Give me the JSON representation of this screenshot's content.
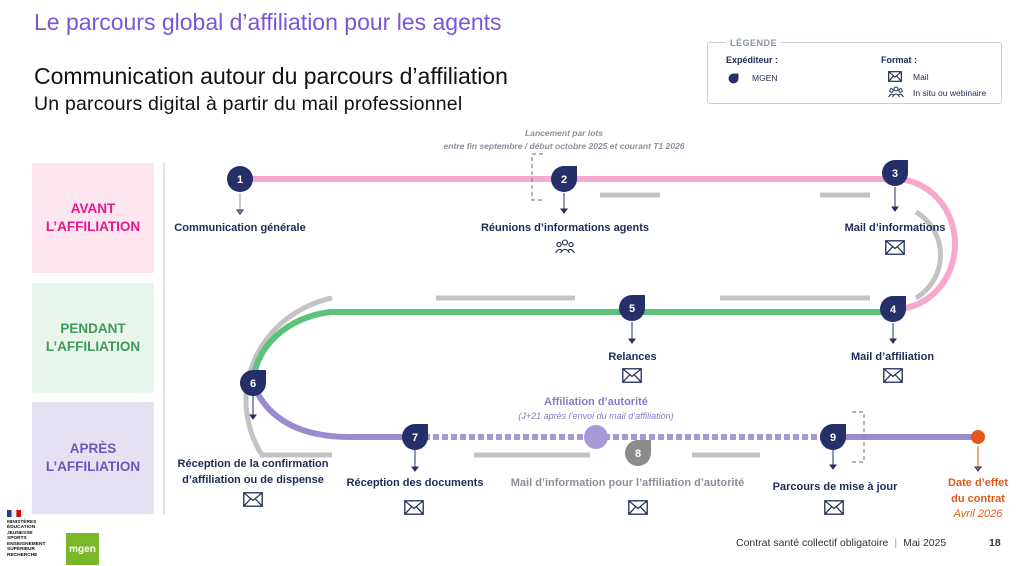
{
  "header": {
    "title": "Le parcours global d’affiliation pour les agents",
    "subtitle1": "Communication autour du parcours d’affiliation",
    "subtitle2": "Un parcours digital à partir du mail professionnel"
  },
  "legend": {
    "title": "LÉGENDE",
    "sender_label": "Expéditeur :",
    "sender_value": "MGEN",
    "format_label": "Format :",
    "format_mail": "Mail",
    "format_insitu": "In situ ou webinaire"
  },
  "phases": {
    "avant": [
      "AVANT",
      "L’AFFILIATION"
    ],
    "pendant": [
      "PENDANT",
      "L’AFFILIATION"
    ],
    "apres": [
      "APRÈS",
      "L’AFFILIATION"
    ]
  },
  "annotation": {
    "line1": "Lancement par lots",
    "line2": "entre fin septembre / début octobre 2025 et courant T1 2026"
  },
  "steps": {
    "s1": {
      "num": "1",
      "label": "Communication générale"
    },
    "s2": {
      "num": "2",
      "label": "Réunions d’informations agents"
    },
    "s3": {
      "num": "3",
      "label": "Mail d’informations"
    },
    "s4": {
      "num": "4",
      "label": "Mail d’affiliation"
    },
    "s5": {
      "num": "5",
      "label": "Relances"
    },
    "s6": {
      "num": "6",
      "label1": "Réception de la confirmation",
      "label2": "d’affiliation ou de dispense"
    },
    "s7": {
      "num": "7",
      "label": "Réception des documents"
    },
    "s8": {
      "num": "8",
      "label": "Mail d’information pour l’affiliation d’autorité"
    },
    "s9": {
      "num": "9",
      "label": "Parcours de mise à jour"
    }
  },
  "authority": {
    "label": "Affiliation d’autorité",
    "sublabel": "(J+21 après l’envoi du mail d’affiliation)"
  },
  "effect": {
    "line1": "Date d’effet",
    "line2": "du contrat",
    "date": "Avril 2026"
  },
  "footer": {
    "text": "Contrat santé collectif obligatoire",
    "sep": "|",
    "date": "Mai 2025",
    "page": "18"
  },
  "logos": {
    "mgen": "mgen",
    "ministere": [
      "MINISTÈRES",
      "ÉDUCATION",
      "JEUNESSE",
      "SPORTS",
      "ENSEIGNEMENT",
      "SUPÉRIEUR",
      "RECHERCHE"
    ]
  },
  "colors": {
    "avant": "#f6a8cf",
    "pendant": "#5cc27a",
    "apres": "#9b8acd",
    "navy": "#25306b",
    "gray": "#bdbdbd",
    "orange": "#e05a1c"
  }
}
